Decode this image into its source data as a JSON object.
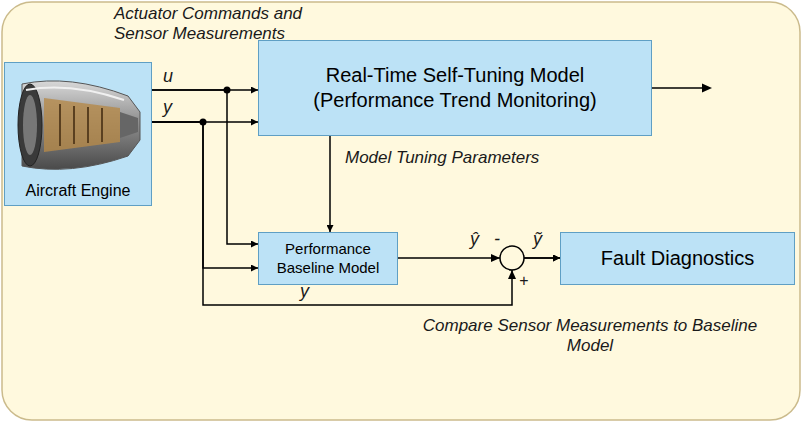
{
  "diagram": {
    "nodes": [
      {
        "text": [
          "Aircraft Engine"
        ]
      },
      {
        "text": [
          "Real-Time Self-Tuning Model (Performance Trend Monitoring)"
        ]
      },
      {
        "text": [
          "Performance Baseline Model"
        ]
      },
      {
        "text": [
          "Fault Diagnostics"
        ]
      }
    ],
    "edges": [
      {
        "from": 0,
        "to": 1,
        "arrow": "to"
      },
      {
        "from": 0,
        "to": 1,
        "arrow": "to"
      },
      {
        "from": 0,
        "to": 2,
        "arrow": "to"
      },
      {
        "from": 0,
        "to": 2,
        "arrow": "to"
      },
      {
        "from": 1,
        "to": 2,
        "arrow": "to"
      },
      {
        "from": 2,
        "to": 3,
        "arrow": "to"
      },
      {
        "from": 0,
        "to": 3,
        "arrow": "to"
      }
    ],
    "labels": [
      "Actuator Commands and Sensor Measurements",
      "u",
      "y",
      "Model Tuning Parameters",
      "ŷ",
      "-",
      "ỹ",
      "+",
      "y",
      "Compare Sensor Measurements to Baseline Model"
    ]
  }
}
